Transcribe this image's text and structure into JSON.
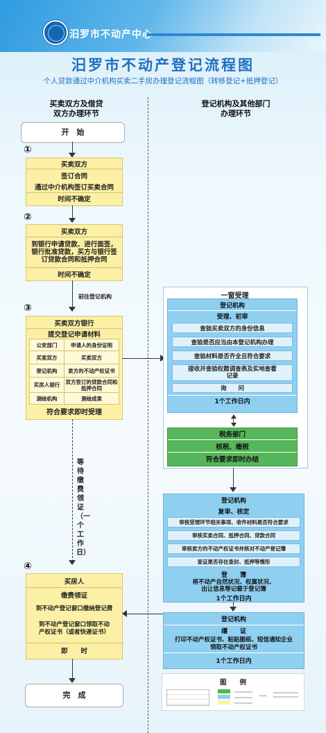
{
  "header": {
    "center_name": "汨罗市不动产中心",
    "title": "汨罗市不动产登记流程图",
    "subtitle": "个人贷款通过中介机构买卖二手房办理登记流程图（转移登记+抵押登记）"
  },
  "columns": {
    "left_l1": "买卖双方及借贷",
    "left_l2": "双方办理环节",
    "right_l1": "登记机构及其他部门",
    "right_l2": "办理环节"
  },
  "start_label": "开　始",
  "end_label": "完　成",
  "steps": {
    "s1": {
      "num": "①",
      "rows": [
        "买卖双方",
        "签订合同",
        "通过中介机构签订买卖合同",
        "时间不确定"
      ]
    },
    "s2": {
      "num": "②",
      "rows": [
        "买卖双方",
        "到银行申请贷款、进行面签，银行批准贷款，买方与银行签订贷款合同和抵押合同",
        "时间不确定"
      ]
    },
    "s2_arrow_note": "前往登记机构",
    "s3": {
      "num": "③",
      "head": "买卖双方银行",
      "sub": "提交登记申请材料",
      "cells": [
        [
          "公安部门",
          "申请人的身份证明"
        ],
        [
          "买卖双方",
          "买卖双方"
        ],
        [
          "登记机构",
          "卖方的不动产权证书"
        ],
        [
          "买房人银行",
          "双方签订的贷款合同和抵押合同"
        ],
        [
          "测绘机构",
          "测绘成果"
        ]
      ],
      "footer": "符合要求即时受理"
    },
    "wait_note": "等待缴费领证（一个工作日）",
    "s4": {
      "num": "④",
      "rows": [
        "买房人",
        "缴费领证",
        "到不动产登记窗口缴纳登记费",
        "到不动产登记窗口领取不动产权证书（或者快递证书）",
        "即　　时"
      ]
    }
  },
  "right": {
    "window_title": "一窗受理",
    "acc": {
      "head": "登记机构",
      "sub": "受理、初审",
      "items": [
        "查验买卖双方的身份信息",
        "查验是否应当由本登记机构办理",
        "查验材料是否齐全且符合要求",
        "接收并查验权籍调查表及实地查看记录",
        "询　　问"
      ],
      "footer": "1个工作日内"
    },
    "tax": {
      "head": "税务部门",
      "sub": "核税、缴税",
      "footer": "符合要求即时办结"
    },
    "rev": {
      "head": "登记机构",
      "sub": "复审、核定",
      "items": [
        "审核受理环节相关事项、收件材料是否符合要求",
        "审核买卖合同、抵押合同、贷款合同",
        "审核卖方的不动产权证书并核对不动产登记簿",
        "查证是否存在查封、抵押等情形"
      ],
      "book_title": "登　　簿",
      "book_text": "将不动产自然状况、权属状况、出让信息等记载于登记簿",
      "footer": "1个工作日内"
    },
    "issue": {
      "head": "登记机构",
      "sub": "缮　　证",
      "text": "打印不动产权证书、粘贴图纸、短信通知企业领取不动产权证书",
      "footer": "1个工作日内"
    }
  },
  "legend": {
    "title": "图　　例"
  },
  "colors": {
    "yellow": "#fbf0a5",
    "blue": "#8fd0f1",
    "green": "#56b65a",
    "title_blue": "#1f6fc0"
  }
}
